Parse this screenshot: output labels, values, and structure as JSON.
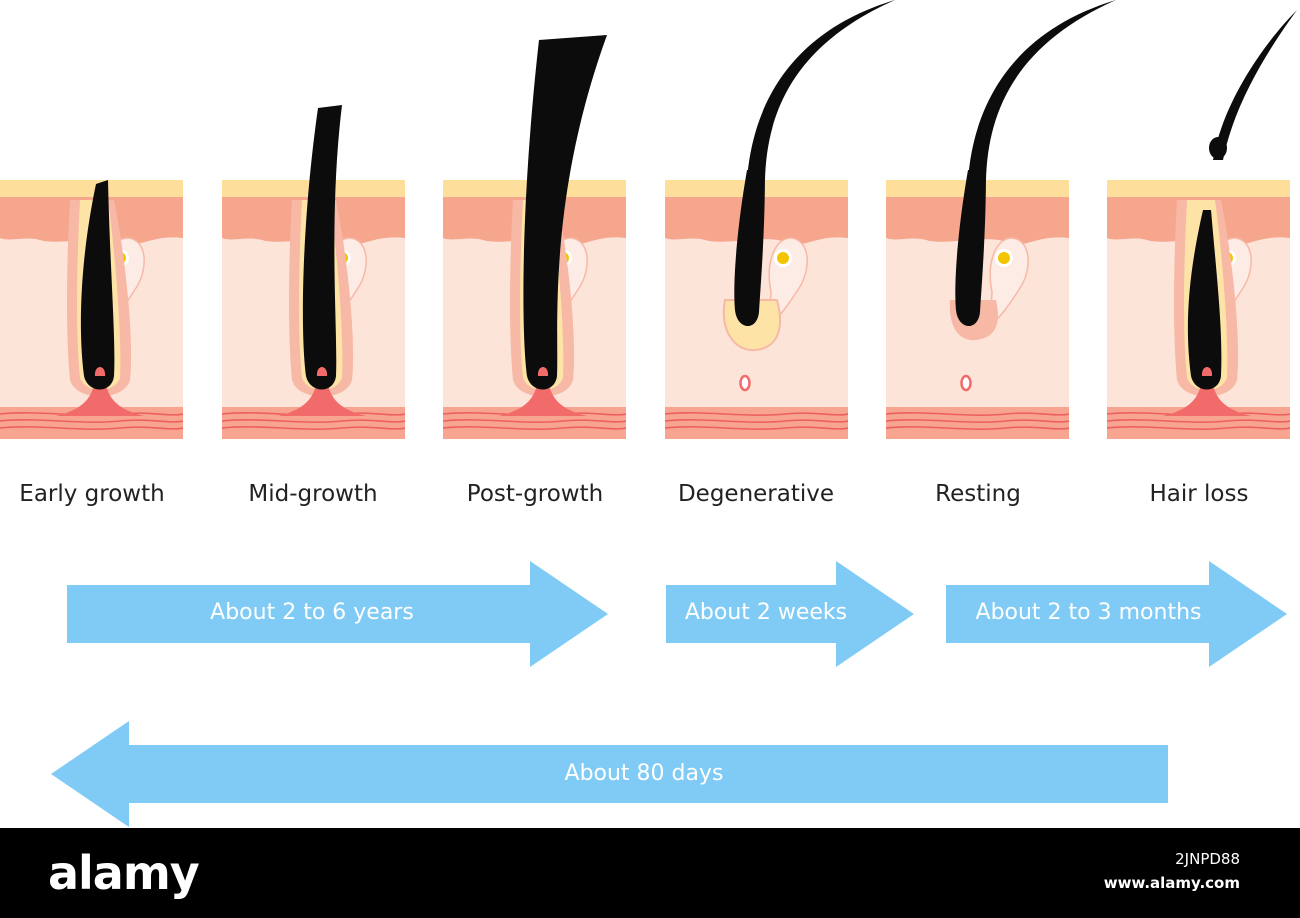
{
  "colors": {
    "epidermis": "#FDDF9B",
    "dermis_upper": "#F5A68D",
    "dermis_lower": "#FDE4D9",
    "sheath": "#F7B8A6",
    "inner_sheath": "#FDE4A6",
    "hair": "#0C0C0C",
    "papilla": "#F26B6B",
    "gland": "#FDECE5",
    "gland_core": "#F5C400",
    "vessel_band": "#F7A491",
    "vessel_line": "#EE5F5F",
    "arrow": "#7FCBF6",
    "footer": "#000000"
  },
  "stages": [
    {
      "label": "Early growth",
      "phase": "anagen-early"
    },
    {
      "label": "Mid-growth",
      "phase": "anagen-mid"
    },
    {
      "label": "Post-growth",
      "phase": "anagen-late"
    },
    {
      "label": "Degenerative",
      "phase": "catagen"
    },
    {
      "label": "Resting",
      "phase": "telogen"
    },
    {
      "label": "Hair loss",
      "phase": "exogen"
    }
  ],
  "arrows": [
    {
      "label": "About 2 to 6 years",
      "direction": "right"
    },
    {
      "label": "About 2 weeks",
      "direction": "right"
    },
    {
      "label": "About 2 to 3 months",
      "direction": "right"
    },
    {
      "label": "About 80 days",
      "direction": "left"
    }
  ],
  "footer": {
    "logo": "alamy",
    "image_id": "2JNPD88",
    "site": "www.alamy.com"
  }
}
